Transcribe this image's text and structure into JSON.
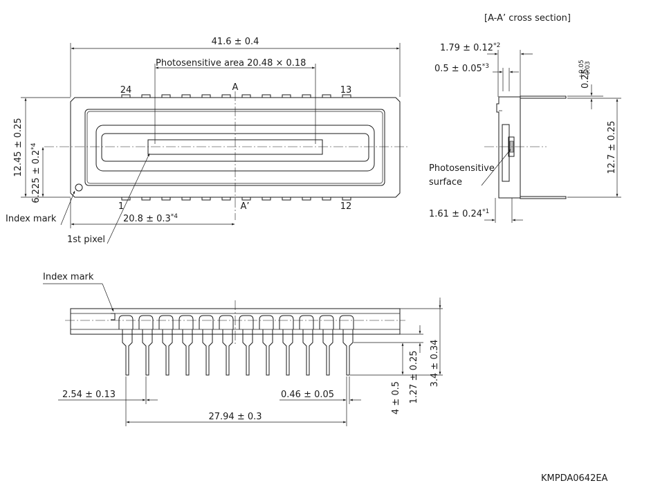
{
  "section_title": "[A-A’ cross section]",
  "doc_id": "KMPDA0642EA",
  "top_view": {
    "overall_width": "41.6 ± 0.4",
    "photosensitive_area": "Photosensitive area  20.48 × 0.18",
    "section_mark_a": "A",
    "section_mark_a_prime": "A’",
    "pin_24": "24",
    "pin_13": "13",
    "pin_1": "1",
    "pin_12": "12",
    "overall_height": "12.45 ± 0.25",
    "center_height": {
      "text": "6.225 ± 0.2",
      "note": "*4"
    },
    "center_width": {
      "text": "20.8 ± 0.3",
      "note": "*4"
    },
    "index_mark": "Index mark",
    "first_pixel": "1st pixel"
  },
  "cross_section": {
    "dim_a": {
      "text": "1.79 ± 0.12",
      "note": "*2"
    },
    "dim_b": {
      "text": "0.5 ± 0.05",
      "note": "*3"
    },
    "lead_thickness": {
      "base": "0.25",
      "plus": "+0.05",
      "minus": "-0.03"
    },
    "height": "12.7 ± 0.25",
    "surface_label_1": "Photosensitive",
    "surface_label_2": "surface",
    "dim_c": {
      "text": "1.61 ± 0.24",
      "note": "*1"
    }
  },
  "side_view": {
    "index_mark": "Index mark",
    "pitch": "2.54 ± 0.13",
    "lead_width": "0.46 ± 0.05",
    "pin_span": "27.94 ± 0.3",
    "lead_length": "4 ± 0.5",
    "dim_127": "1.27 ± 0.25",
    "dim_34": "3.4 ± 0.34"
  }
}
